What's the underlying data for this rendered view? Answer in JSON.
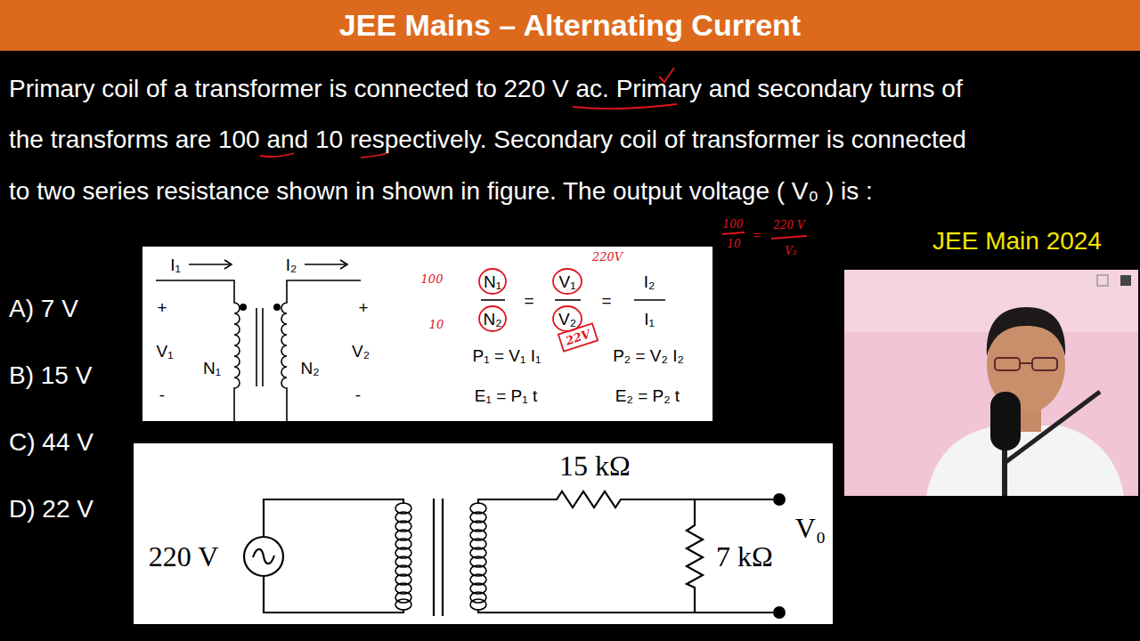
{
  "diagram": {
    "title": "JEE Mains – Alternating Current",
    "labels": [
      "Primary coil of a transformer is connected to 220 V ac. Primary and secondary turns of",
      "the transforms are 100 and 10 respectively. Secondary coil of transformer is connected",
      "to two series resistance shown in shown in figure. The output voltage ( V₀ ) is :",
      "JEE Main 2024",
      "A) 7 V",
      "B) 15 V",
      "C) 44 V",
      "D) 22 V",
      "I₁",
      "I₂",
      "+",
      "+",
      "V₁",
      "V₂",
      "-",
      "-",
      "N₁",
      "N₂",
      "N₁",
      "N₂",
      "=",
      "V₁",
      "V₂",
      "=",
      "I₂",
      "I₁",
      "P₁ = V₁ I₁",
      "P₂ = V₂ I₂",
      "E₁ = P₁ t",
      "E₂ = P₂ t",
      "15 kΩ",
      "7 kΩ",
      "V₀",
      "220 V",
      "100",
      "10",
      "220V",
      "22V",
      "100",
      "10",
      "=",
      "220 V",
      "V₂"
    ]
  }
}
